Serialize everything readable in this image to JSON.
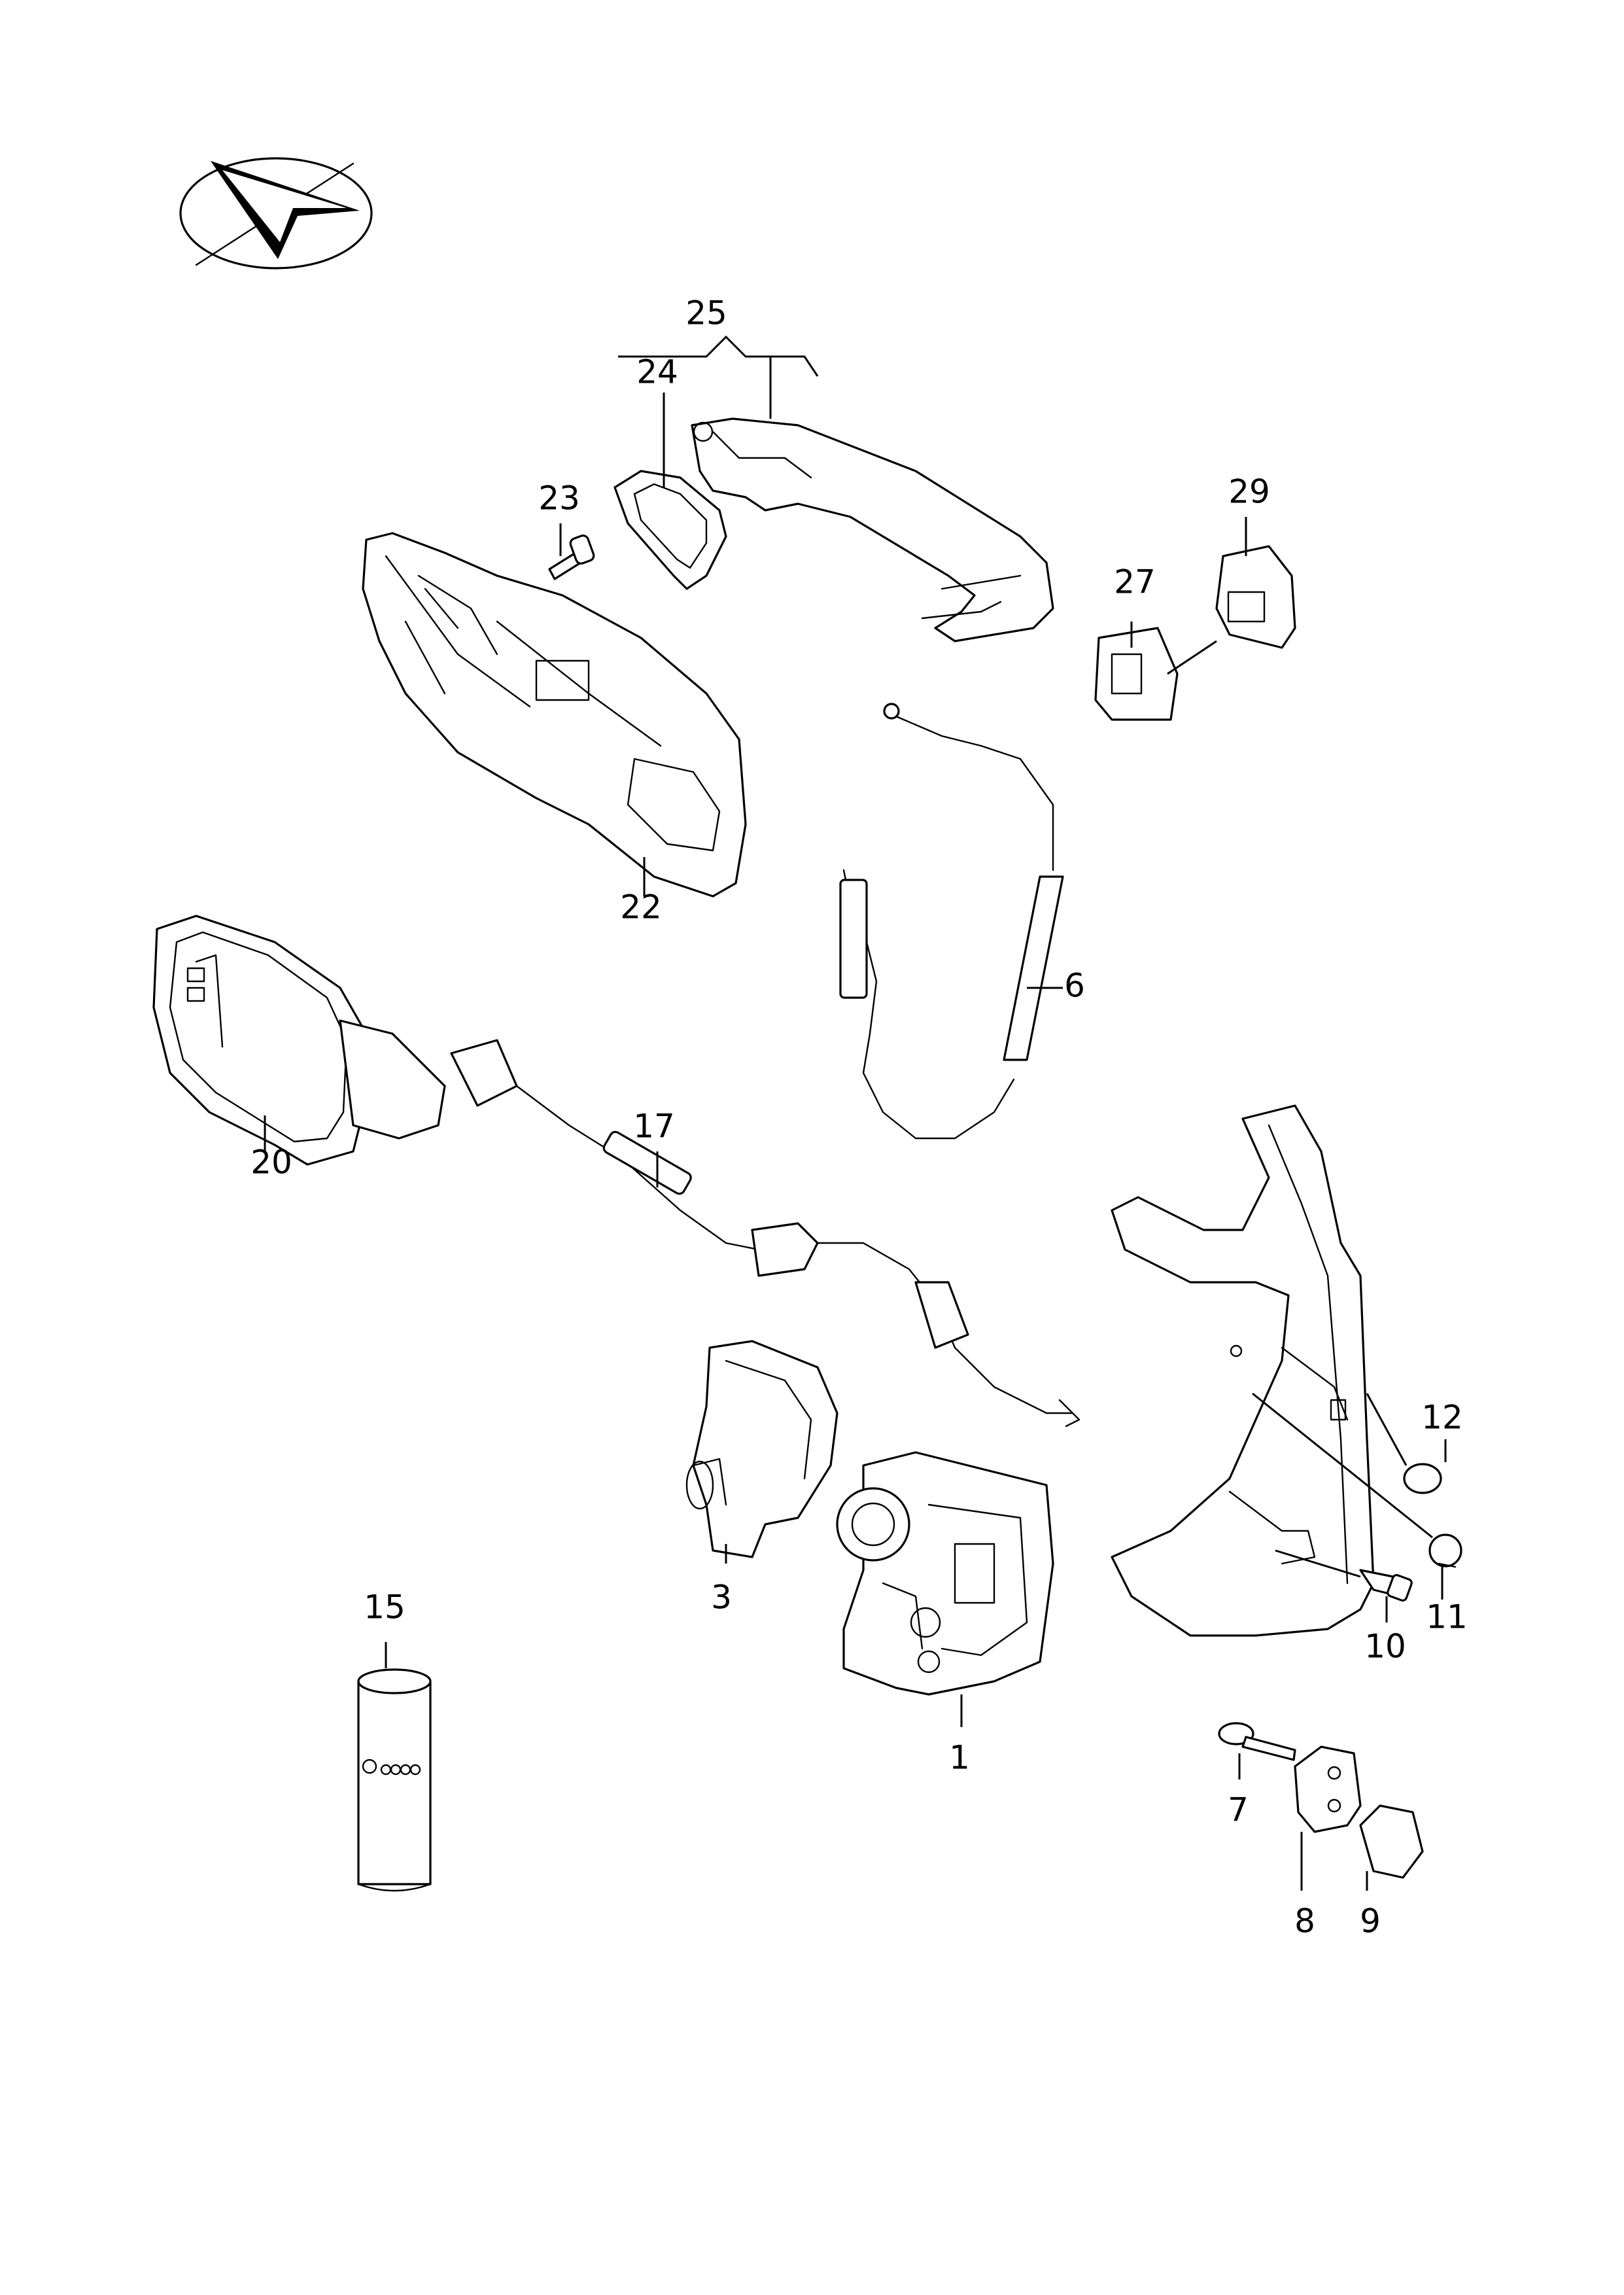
{
  "callouts": {
    "c1": "1",
    "c3": "3",
    "c6": "6",
    "c7": "7",
    "c8": "8",
    "c9": "9",
    "c10": "10",
    "c11": "11",
    "c12": "12",
    "c15": "15",
    "c17": "17",
    "c20": "20",
    "c22": "22",
    "c23": "23",
    "c24": "24",
    "c25": "25",
    "c27": "27",
    "c29": "29"
  },
  "icons": {
    "orientation": "orientation-arrow-icon",
    "brand": "brand-emblem-icon"
  },
  "colors": {
    "line": "#000000",
    "background": "#ffffff"
  }
}
